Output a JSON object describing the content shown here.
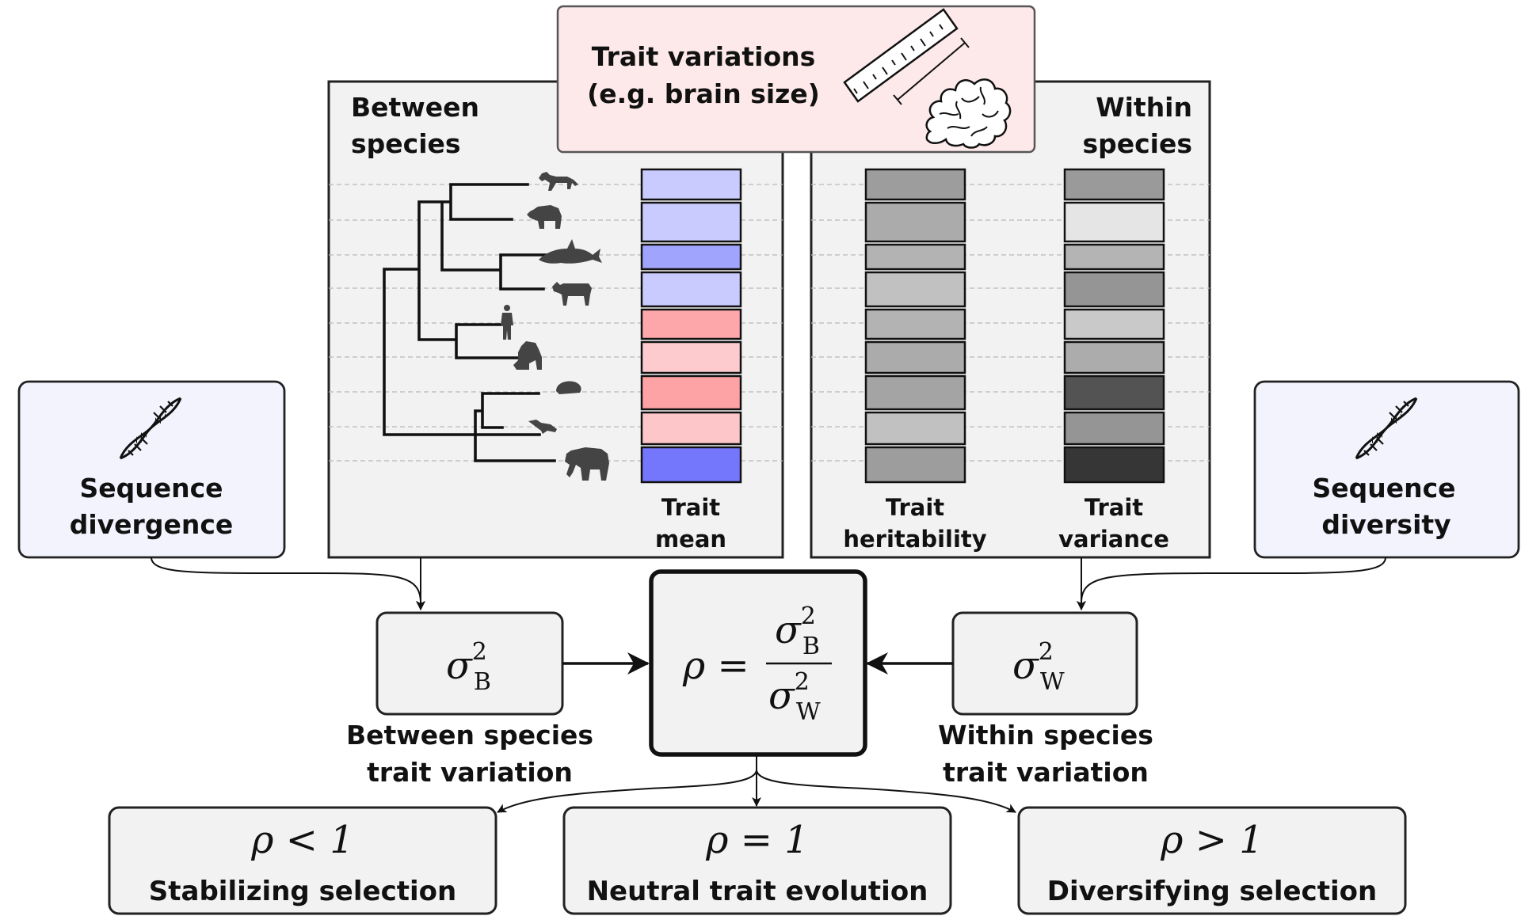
{
  "top_box": {
    "line1": "Trait variations",
    "line2": "(e.g. brain size)",
    "bg": "#fde9e9"
  },
  "between_panel": {
    "title1": "Between",
    "title2": "species",
    "col_label1": "Trait",
    "col_label2": "mean"
  },
  "within_panel": {
    "title1": "Within",
    "title2": "species",
    "col1_label1": "Trait",
    "col1_label2": "heritability",
    "col2_label1": "Trait",
    "col2_label2": "variance"
  },
  "left_box": {
    "line1": "Sequence",
    "line2": "divergence",
    "bg": "#f3f3fe"
  },
  "right_box": {
    "line1": "Sequence",
    "line2": "diversity",
    "bg": "#f3f3fe"
  },
  "sigma_b": {
    "symbol": "σ",
    "sup": "2",
    "sub": "B",
    "caption1": "Between species",
    "caption2": "trait variation"
  },
  "sigma_w": {
    "symbol": "σ",
    "sup": "2",
    "sub": "W",
    "caption1": "Within species",
    "caption2": "trait variation"
  },
  "rho_box": {
    "lhs": "ρ =",
    "num_symbol": "σ",
    "num_sup": "2",
    "num_sub": "B",
    "den_symbol": "σ",
    "den_sup": "2",
    "den_sub": "W"
  },
  "outcomes": [
    {
      "formula": "ρ < 1",
      "label": "Stabilizing selection"
    },
    {
      "formula": "ρ = 1",
      "label": "Neutral trait evolution"
    },
    {
      "formula": "ρ > 1",
      "label": "Diversifying selection"
    }
  ],
  "species_icons": [
    "cougar-icon",
    "bear-icon",
    "orca-icon",
    "cow-icon",
    "human-icon",
    "gorilla-icon",
    "hedgehog-icon",
    "platypus-icon",
    "elephant-icon"
  ],
  "trait_mean_colors": [
    "#c9cbfe",
    "#c9cbfe",
    "#a1a4fd",
    "#c9cbfe",
    "#fda7ab",
    "#fdcbcd",
    "#fda3a5",
    "#fdc6c8",
    "#7477fc"
  ],
  "heritability_colors": [
    "#9d9d9d",
    "#ababab",
    "#b3b3b3",
    "#c1c1c1",
    "#b3b3b3",
    "#ababab",
    "#a4a4a4",
    "#c1c1c1",
    "#9d9d9d"
  ],
  "variance_colors": [
    "#9a9a9a",
    "#e5e5e5",
    "#b4b4b4",
    "#959595",
    "#c9c9c9",
    "#acacac",
    "#535353",
    "#959595",
    "#363636"
  ]
}
